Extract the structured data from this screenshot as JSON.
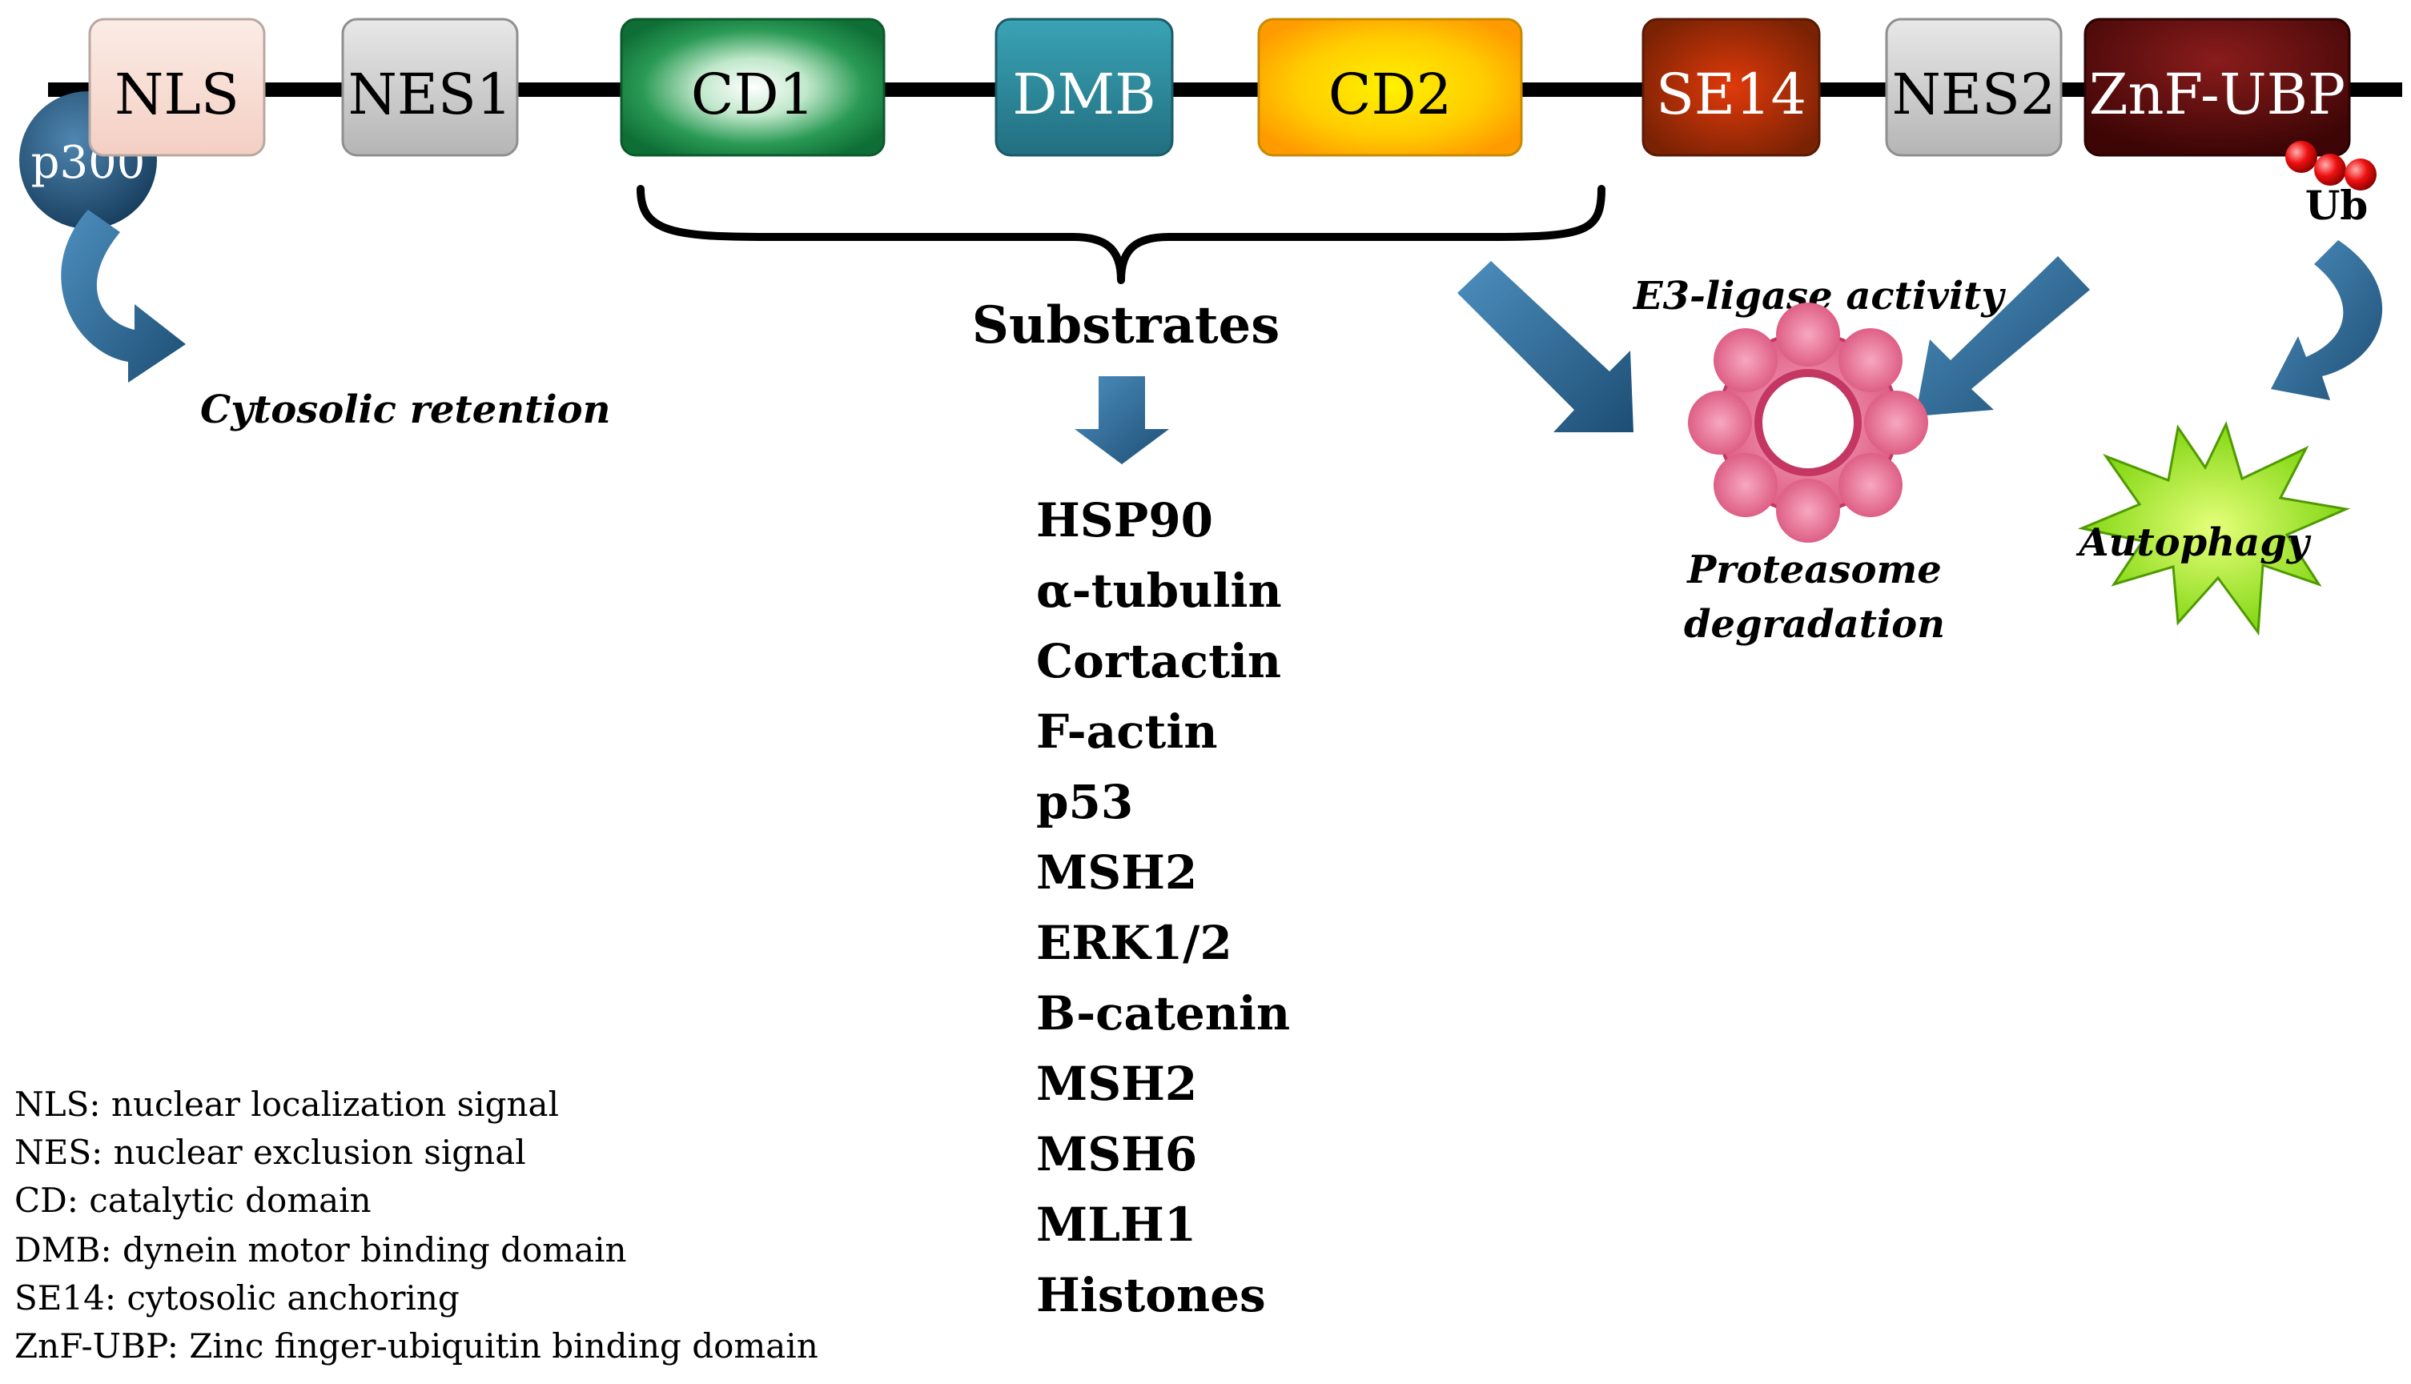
{
  "domains": [
    {
      "id": "nls",
      "label": "NLS"
    },
    {
      "id": "nes1",
      "label": "NES1"
    },
    {
      "id": "cd1",
      "label": "CD1"
    },
    {
      "id": "dmb",
      "label": "DMB"
    },
    {
      "id": "cd2",
      "label": "CD2"
    },
    {
      "id": "se14",
      "label": "SE14"
    },
    {
      "id": "nes2",
      "label": "NES2"
    },
    {
      "id": "znf",
      "label": "ZnF-UBP"
    }
  ],
  "p300_label": "p300",
  "ub_label": "Ub",
  "cytosolic_retention": "Cytosolic retention",
  "substrates_title": "Substrates",
  "substrates": [
    "HSP90",
    "α-tubulin",
    "Cortactin",
    "F-actin",
    "p53",
    "MSH2",
    "ERK1/2",
    "B-catenin",
    "MSH2",
    "MSH6",
    "MLH1",
    "Histones"
  ],
  "e3_ligase": "E3-ligase activity",
  "proteasome": [
    "Proteasome",
    "degradation"
  ],
  "autophagy": "Autophagy",
  "legend": [
    "NLS: nuclear localization signal",
    "NES: nuclear exclusion signal",
    "CD: catalytic domain",
    "DMB: dynein motor binding domain",
    "SE14: cytosolic anchoring",
    "ZnF-UBP: Zinc finger-ubiquitin binding domain"
  ],
  "colors": {
    "nls": "#f9e0d8",
    "nes": "#cfcfcf",
    "cd1": "#1f8a4c",
    "dmb": "#2e8ea0",
    "cd2": "#ffc000",
    "se14": "#8b2a06",
    "znf": "#5a0b0b",
    "arrow": "#2e6e99",
    "proteasome": "#e86a8e",
    "autophagy": "#8fe000"
  }
}
